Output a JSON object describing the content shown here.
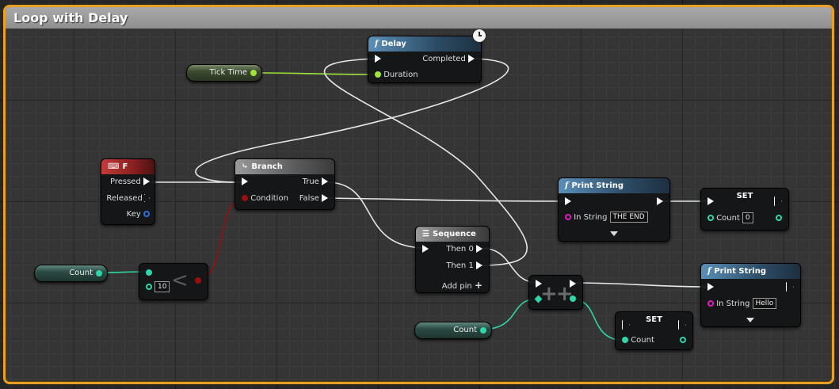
{
  "comment": {
    "title": "Loop with Delay"
  },
  "nodes": {
    "delay": {
      "title": "Delay",
      "completed": "Completed",
      "duration": "Duration"
    },
    "tick_time": {
      "label": "Tick Time"
    },
    "event_f": {
      "title": "F",
      "pressed": "Pressed",
      "released": "Released",
      "key": "Key"
    },
    "branch": {
      "title": "Branch",
      "condition": "Condition",
      "true": "True",
      "false": "False"
    },
    "count_get_1": {
      "label": "Count"
    },
    "compare": {
      "value": "10",
      "symbol": "<"
    },
    "sequence": {
      "title": "Sequence",
      "then0": "Then 0",
      "then1": "Then 1",
      "add_pin": "Add pin"
    },
    "print_end": {
      "title": "Print String",
      "in_string": "In String",
      "value": "THE END"
    },
    "set_count_0": {
      "title": "SET",
      "count": "Count",
      "value": "0"
    },
    "increment": {
      "symbol": "++"
    },
    "count_get_2": {
      "label": "Count"
    },
    "set_count": {
      "title": "SET",
      "count": "Count"
    },
    "print_hello": {
      "title": "Print String",
      "in_string": "In String",
      "value": "Hello"
    }
  },
  "colors": {
    "comment_border": "#e8a023",
    "exec_wire": "#e6e6e6",
    "float_pin": "#9de33a",
    "int_pin": "#2fd6a7",
    "bool_pin": "#9a0e0e",
    "string_pin": "#e01ac0",
    "struct_pin": "#2d6fd6"
  },
  "icons": {
    "function": "function-f-icon",
    "branch": "branch-icon",
    "sequence": "sequence-icon",
    "event": "event-icon",
    "latent": "clock-icon"
  }
}
